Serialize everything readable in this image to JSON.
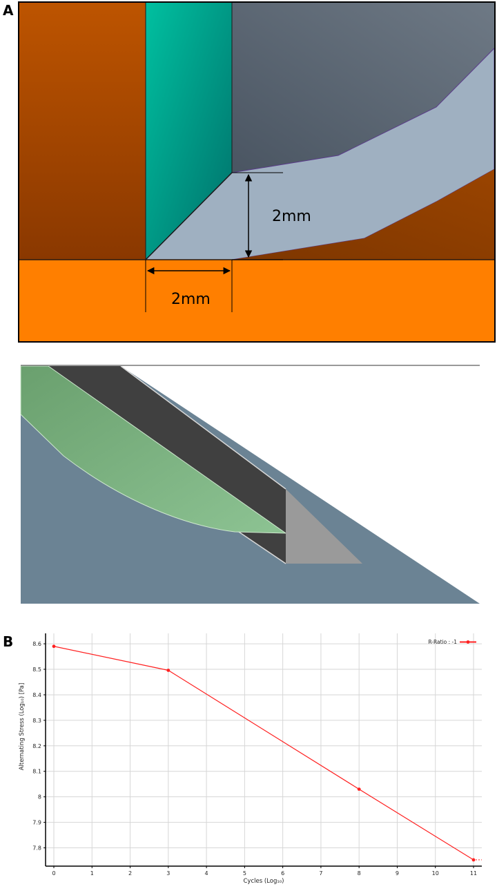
{
  "figure": {
    "panel_a_label": "A",
    "panel_b_label": "B"
  },
  "diagram_a": {
    "dimension_vertical": "2mm",
    "dimension_horizontal": "2mm",
    "colors": {
      "rust": "#b85000",
      "orange": "#ff7f00",
      "teal": "#00b898",
      "dark_slate": "#566270",
      "light_blue_grey": "#9fb0c1",
      "brown_lower": "#8c3c00"
    }
  },
  "render_b": {
    "colors": {
      "background": "#6b8394",
      "green": "#7db581",
      "dark_band": "#404040",
      "grey_triangle": "#9a9a9a"
    }
  },
  "chart_data": {
    "type": "line",
    "title": "",
    "xlabel": "Cycles  (Log₁₀)",
    "ylabel": "Alternating Stress  (Log₁₀)  [Pa]",
    "xlim": [
      0,
      11
    ],
    "ylim": [
      7.75,
      8.63
    ],
    "xticks": [
      0,
      1,
      2,
      3,
      4,
      5,
      6,
      7,
      8,
      9,
      10,
      11
    ],
    "yticks": [
      7.8,
      7.9,
      8,
      8.1,
      8.2,
      8.3,
      8.4,
      8.5,
      8.6
    ],
    "grid": true,
    "legend_position": "top-right",
    "series": [
      {
        "name": "R-Ratio : -1",
        "color": "#ff2020",
        "x": [
          0,
          3,
          8,
          11
        ],
        "y": [
          8.59,
          8.496,
          8.03,
          7.753
        ]
      }
    ]
  }
}
